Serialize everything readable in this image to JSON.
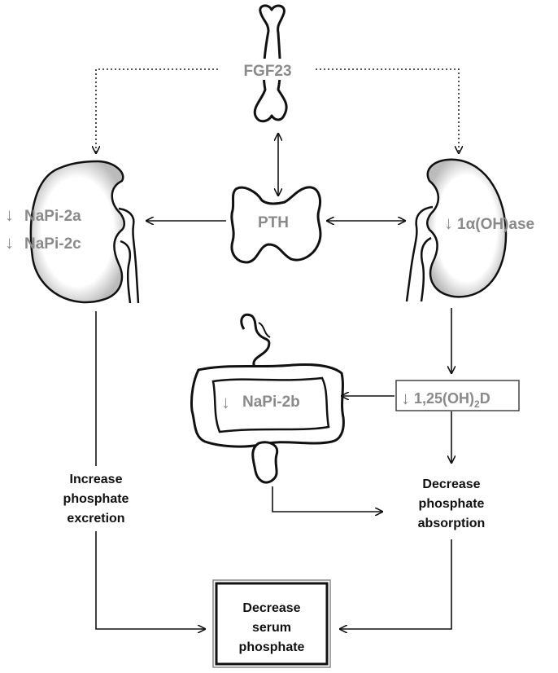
{
  "labels": {
    "fgf23": "FGF23",
    "pth": "PTH",
    "napi2a": "NaPi-2a",
    "napi2c": "NaPi-2c",
    "hydroxylase": "1α(OH)ase",
    "napi2b": "NaPi-2b",
    "vitd_prefix": "1,25(OH)",
    "vitd_sub": "2",
    "vitd_suffix": "D",
    "increase_excretion": [
      "Increase",
      "phosphate",
      "excretion"
    ],
    "decrease_absorption": [
      "Decrease",
      "phosphate",
      "absorption"
    ],
    "decrease_serum": [
      "Decrease",
      "serum",
      "phosphate"
    ]
  },
  "down_arrow_glyph": "↓",
  "colors": {
    "gray_text": "#8a8a8a",
    "black": "#111111"
  }
}
